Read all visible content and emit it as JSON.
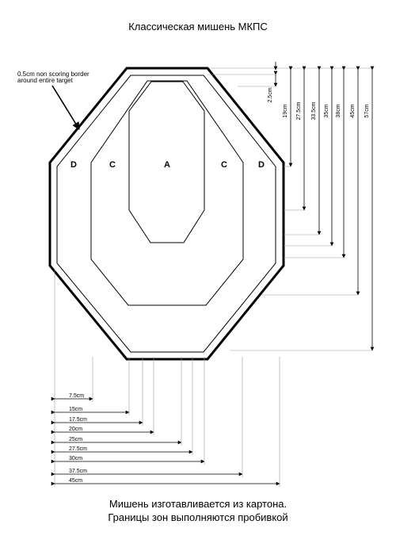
{
  "title": "Классическая мишень МКПС",
  "border_note": [
    "0.5cm non scoring border",
    "around entire target"
  ],
  "zones": [
    {
      "label": "D"
    },
    {
      "label": "C"
    },
    {
      "label": "A"
    },
    {
      "label": "C"
    },
    {
      "label": "D"
    }
  ],
  "vertical_dims": [
    "2.5cm",
    "19cm",
    "27.5cm",
    "33.5cm",
    "35cm",
    "38cm",
    "45cm",
    "57cm"
  ],
  "horizontal_dims": [
    "7.5cm",
    "15cm",
    "17.5cm",
    "20cm",
    "25cm",
    "27.5cm",
    "30cm",
    "37.5cm",
    "45cm"
  ],
  "caption": [
    "Мишень изготавливается из картона.",
    "Границы зон выполняются пробивкой"
  ]
}
